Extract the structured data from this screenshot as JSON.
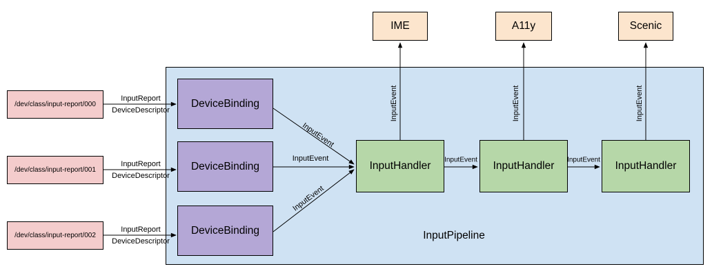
{
  "diagram": {
    "title": "InputPipeline",
    "pipeline_label": "InputPipeline",
    "devices": [
      "/dev/class/input-report/000",
      "/dev/class/input-report/001",
      "/dev/class/input-report/002"
    ],
    "device_bindings": [
      "DeviceBinding",
      "DeviceBinding",
      "DeviceBinding"
    ],
    "input_handlers": [
      "InputHandler",
      "InputHandler",
      "InputHandler"
    ],
    "outputs": [
      "IME",
      "A11y",
      "Scenic"
    ],
    "edge_labels": {
      "input_report": "InputReport",
      "device_descriptor": "DeviceDescriptor",
      "input_event": "InputEvent"
    },
    "colors": {
      "device_fill": "#f4cccc",
      "binding_fill": "#b4a7d6",
      "handler_fill": "#b6d7a8",
      "output_fill": "#fce5cd",
      "pipeline_fill": "#cfe2f3",
      "border": "#000000",
      "background": "#ffffff"
    }
  }
}
